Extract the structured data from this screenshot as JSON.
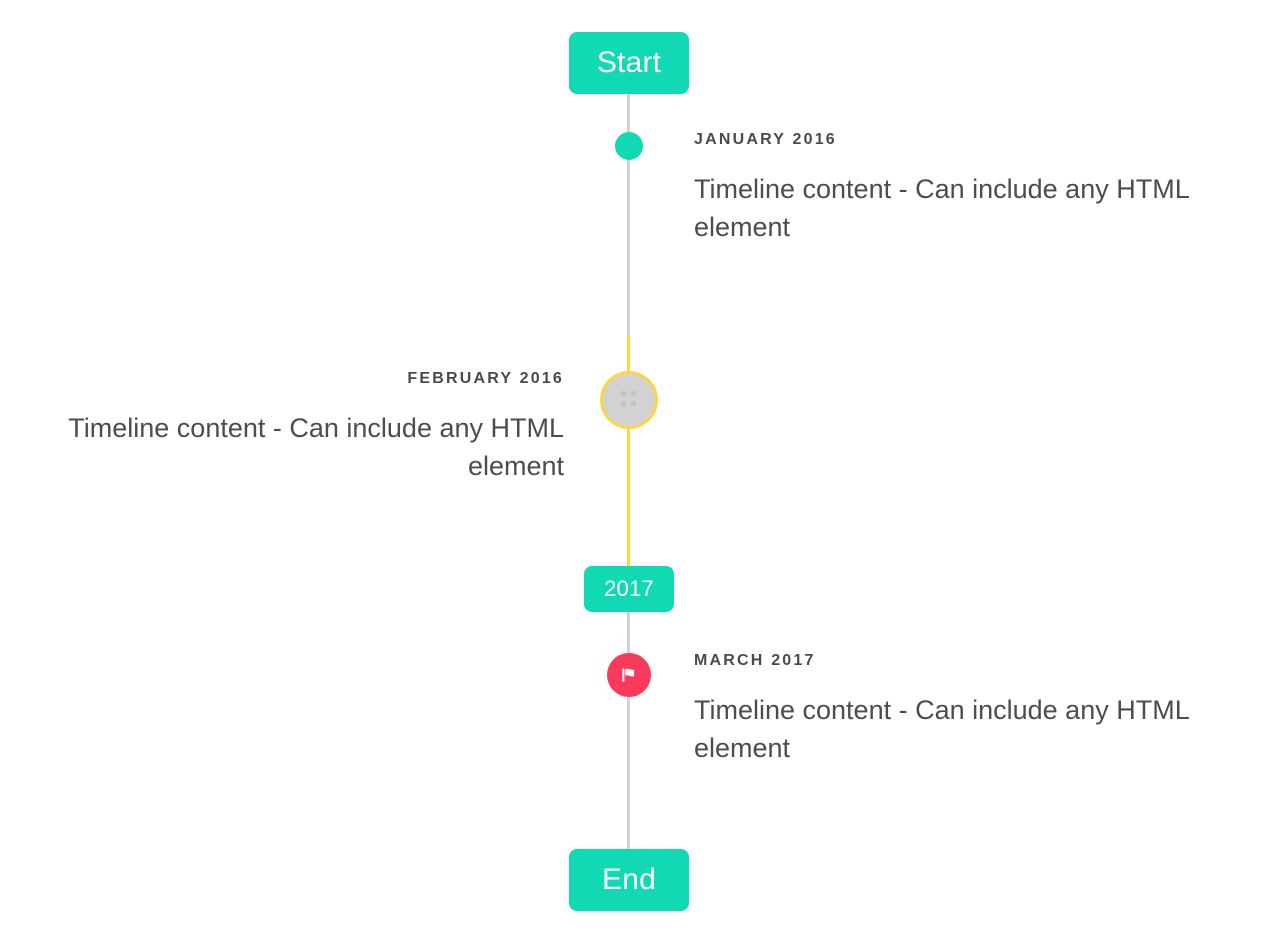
{
  "timeline": {
    "axis_color_default": "#d2d2d2",
    "axis_color_highlight": "#fcd648",
    "accent_color": "#10d9b4",
    "flag_marker_color": "#fa3a5c",
    "start_badge": {
      "label": "Start"
    },
    "end_badge": {
      "label": "End"
    },
    "year_badge": {
      "label": "2017"
    },
    "events": [
      {
        "date": "JANUARY 2016",
        "text": "Timeline content - Can include any HTML element",
        "side": "right",
        "marker": "dot-icon",
        "marker_color": "#10d9b4"
      },
      {
        "date": "FEBRUARY 2016",
        "text": "Timeline content - Can include any HTML element",
        "side": "left",
        "marker": "broken-image-icon",
        "marker_color": "#d2d2d2",
        "marker_ring_color": "#fcd648"
      },
      {
        "date": "MARCH 2017",
        "text": "Timeline content - Can include any HTML element",
        "side": "right",
        "marker": "flag-icon",
        "marker_color": "#fa3a5c"
      }
    ]
  }
}
